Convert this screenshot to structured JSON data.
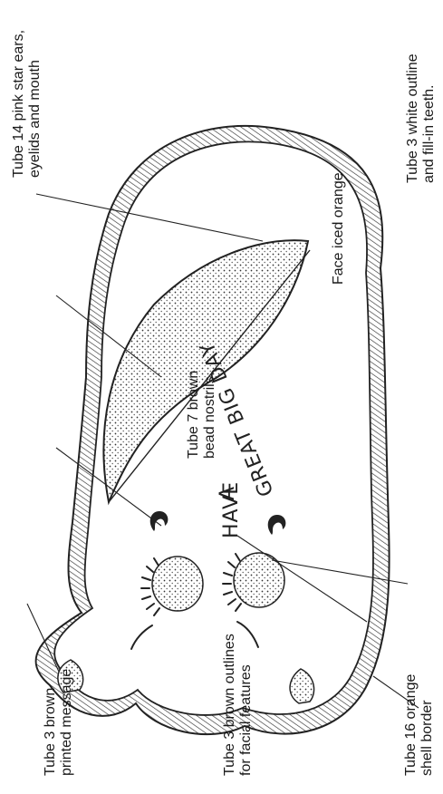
{
  "callouts": {
    "pink_ears": [
      "Tube 14 pink star ears,",
      "eyelids and mouth"
    ],
    "brown_nostrils": [
      "Tube 7 brown",
      "bead nostrils"
    ],
    "face_orange": "Face iced orange",
    "white_teeth": [
      "Tube 3 white outline",
      "and fill-in teeth."
    ],
    "brown_message": [
      "Tube 3 brown",
      "printed message"
    ],
    "brown_features": [
      "Tube 3 brown outlines",
      "for facial features"
    ],
    "orange_border": [
      "Tube 16 orange",
      "shell border"
    ]
  },
  "cake_message": {
    "line1": "HAVE",
    "line2": "A",
    "line3": "GREAT BIG DAY"
  }
}
